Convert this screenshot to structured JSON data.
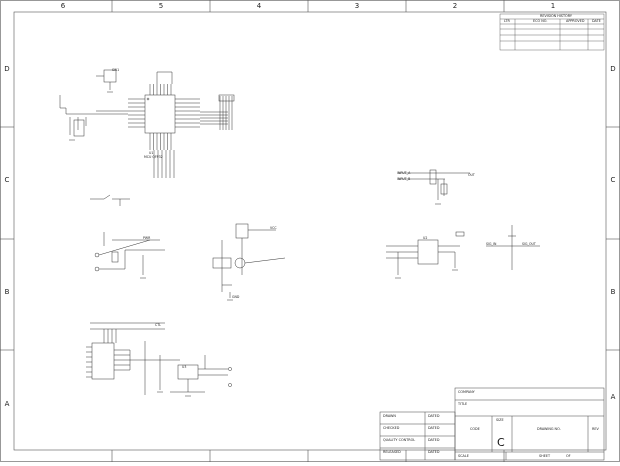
{
  "zones": {
    "columns": [
      "6",
      "5",
      "4",
      "3",
      "2",
      "1"
    ],
    "rows": [
      "D",
      "C",
      "B",
      "A"
    ]
  },
  "revisions": {
    "title": "REVISION HISTORY",
    "headers": [
      "LTR",
      "ECO NO.",
      "APPROVED",
      "DATE"
    ]
  },
  "title_block": {
    "company": "COMPANY",
    "title": "TITLE",
    "drawn": "DRAWN",
    "checked": "CHECKED",
    "quality_control": "QUALITY CONTROL",
    "released": "RELEASED",
    "dated": "DATED",
    "code": "CODE",
    "size_label": "SIZE",
    "size": "C",
    "drawing_no": "DRAWING NO.",
    "rev": "REV",
    "scale": "SCALE",
    "sheet": "SHEET",
    "sheet_of": "OF"
  },
  "nets": {
    "u1_label": "U1",
    "u1_part": "MCU QFP32",
    "sw1": "SW1",
    "input_net_a": "INPUT_A",
    "input_net_b": "INPUT_B",
    "out_net": "OUT",
    "vcc": "VCC",
    "gnd": "GND",
    "u2": "U2",
    "u3": "U3",
    "sig_in": "SIG_IN",
    "sig_out": "SIG_OUT",
    "pwr": "PWR",
    "ctl": "CTL"
  }
}
